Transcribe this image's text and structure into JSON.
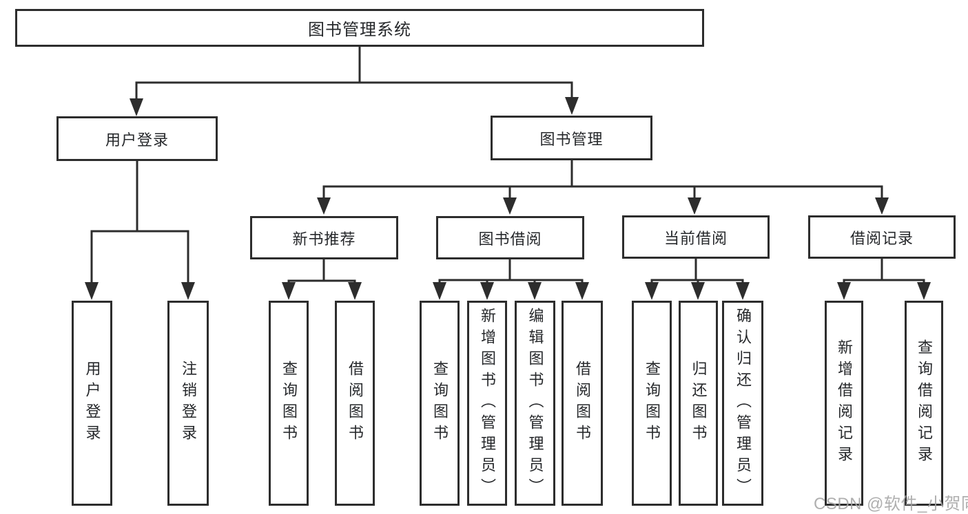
{
  "tree": {
    "root": {
      "label": "图书管理系统"
    },
    "level2": [
      {
        "label": "用户登录"
      },
      {
        "label": "图书管理"
      }
    ],
    "level3": [
      {
        "label": "新书推荐"
      },
      {
        "label": "图书借阅"
      },
      {
        "label": "当前借阅"
      },
      {
        "label": "借阅记录"
      }
    ],
    "leaves": {
      "user_login": [
        {
          "label": "用户登录"
        },
        {
          "label": "注销登录"
        }
      ],
      "new_books": [
        {
          "label": "查询图书"
        },
        {
          "label": "借阅图书"
        }
      ],
      "book_borrow": [
        {
          "label": "查询图书"
        },
        {
          "label": "新增图书（管理员）"
        },
        {
          "label": "编辑图书（管理员）"
        },
        {
          "label": "借阅图书"
        }
      ],
      "current_borrow": [
        {
          "label": "查询图书"
        },
        {
          "label": "归还图书"
        },
        {
          "label": "确认归还（管理员）"
        }
      ],
      "borrow_records": [
        {
          "label": "新增借阅记录"
        },
        {
          "label": "查询借阅记录"
        }
      ]
    }
  },
  "watermark": "CSDN @软件_小贺同学",
  "colors": {
    "line": "#2d2d2d",
    "text": "#26282b",
    "watermark": "#a4a4a4",
    "background": "#ffffff"
  }
}
